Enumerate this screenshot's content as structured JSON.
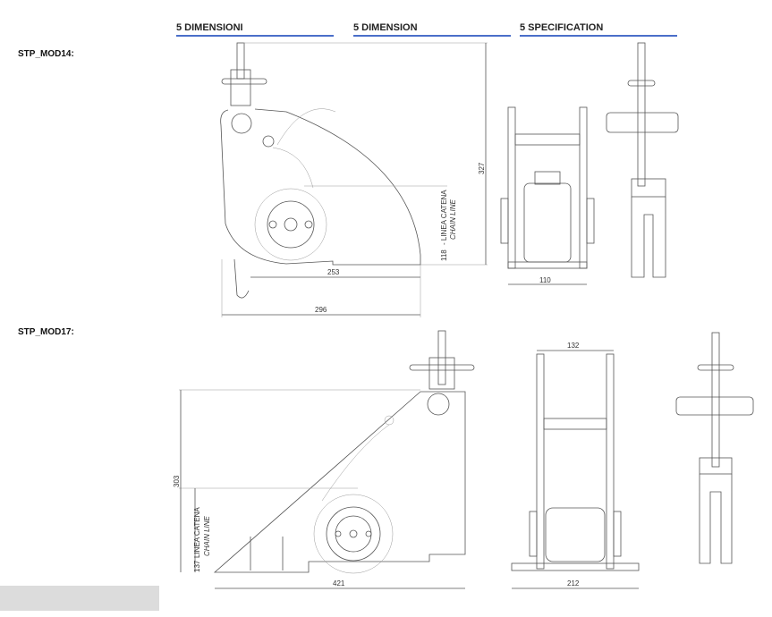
{
  "headers": [
    "5 DIMENSIONI",
    "5 DIMENSION",
    "5 SPECIFICATION"
  ],
  "accent_color": "#4a6fc9",
  "models": [
    {
      "name": "STP_MOD14:",
      "dims": {
        "height": "327",
        "base": "253",
        "total": "296",
        "side_width": "110",
        "chain_value": "118",
        "chain_it": "- LINEA CATENA",
        "chain_en": "CHAIN LINE"
      }
    },
    {
      "name": "STP_MOD17:",
      "dims": {
        "height": "303",
        "base": "421",
        "side_top": "132",
        "side_base": "212",
        "chain_value": "137",
        "chain_it": "LINEA CATENA",
        "chain_en": "CHAIN LINE"
      }
    }
  ]
}
